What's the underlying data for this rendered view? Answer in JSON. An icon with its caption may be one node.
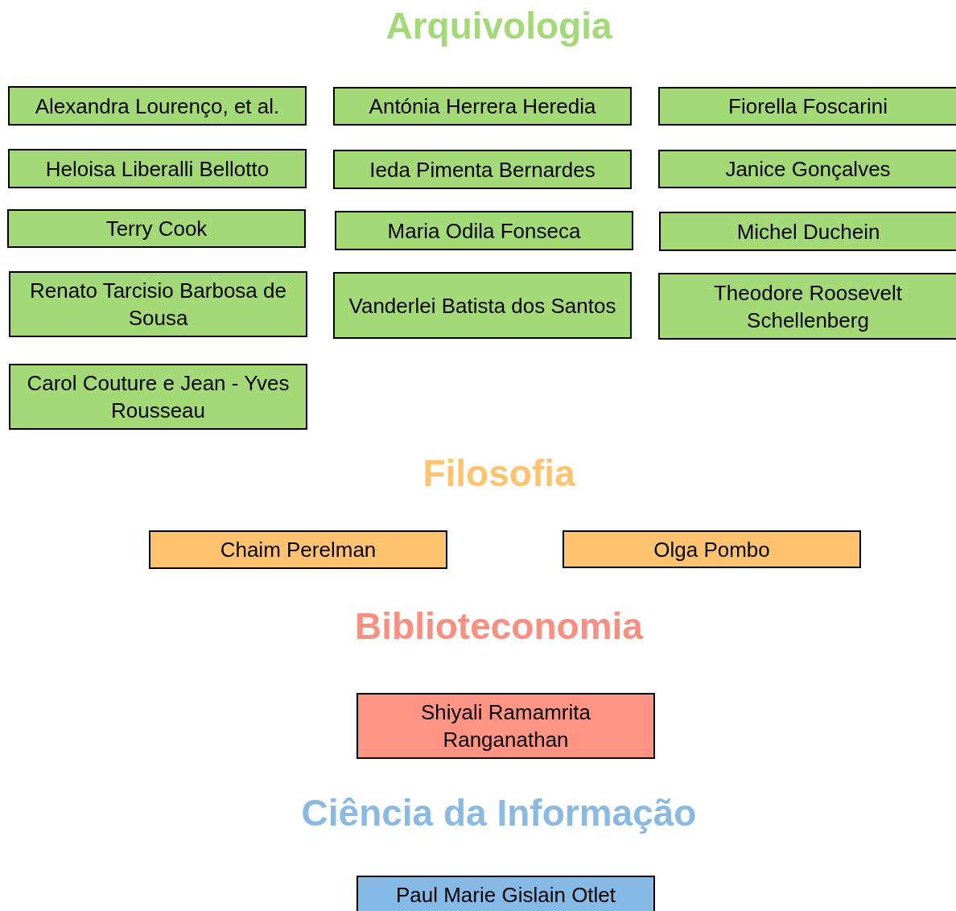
{
  "diagram": {
    "nodes": [
      {
        "text": [
          "Alexandra Lourenço, et al."
        ]
      },
      {
        "text": [
          "Antónia Herrera Heredia"
        ]
      },
      {
        "text": [
          "Fiorella Foscarini"
        ]
      },
      {
        "text": [
          "Heloisa Liberalli Bellotto"
        ]
      },
      {
        "text": [
          "Ieda Pimenta Bernardes"
        ]
      },
      {
        "text": [
          "Janice Gonçalves"
        ]
      },
      {
        "text": [
          "Terry Cook"
        ]
      },
      {
        "text": [
          "Maria Odila Fonseca"
        ]
      },
      {
        "text": [
          "Michel Duchein"
        ]
      },
      {
        "text": [
          "Renato Tarcisio Barbosa de Sousa"
        ]
      },
      {
        "text": [
          "Vanderlei Batista dos Santos"
        ]
      },
      {
        "text": [
          "Theodore Roosevelt Schellenberg"
        ]
      },
      {
        "text": [
          "Carol Couture e Jean - Yves Rousseau"
        ]
      },
      {
        "text": [
          "Chaim Perelman"
        ]
      },
      {
        "text": [
          "Olga Pombo"
        ]
      },
      {
        "text": [
          "Shiyali Ramamrita Ranganathan"
        ]
      },
      {
        "text": [
          "Paul Marie Gislain Otlet"
        ]
      }
    ],
    "edges": [],
    "labels": [
      "Arquivologia",
      "Filosofia",
      "Biblioteconomia",
      "Ciência da Informação"
    ]
  }
}
